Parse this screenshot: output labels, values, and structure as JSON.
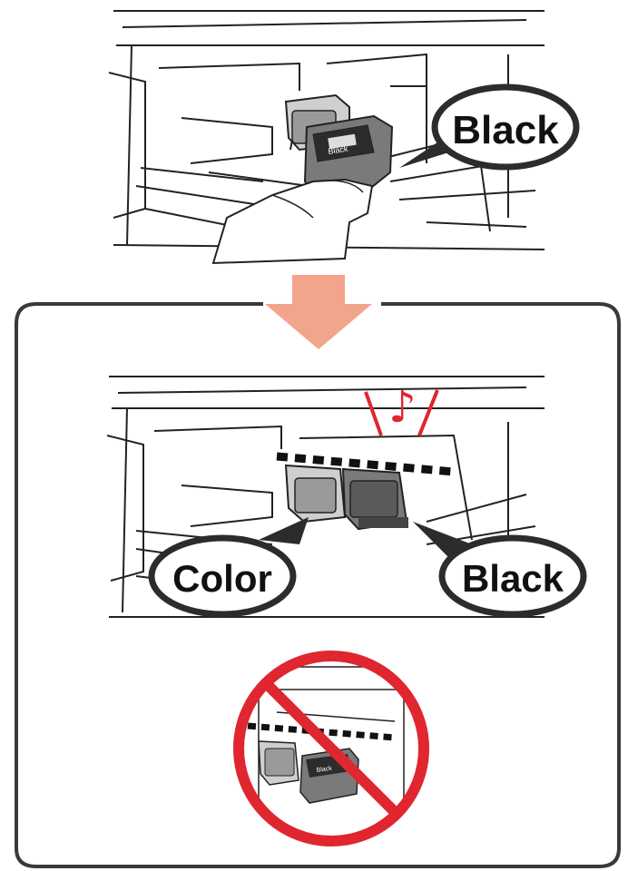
{
  "top_panel": {
    "callout_black": "Black"
  },
  "bottom_panel": {
    "callout_color": "Color",
    "callout_black": "Black",
    "sound_icon": "music-note-icon",
    "prohibited_icon": "no-entry-icon"
  },
  "colors": {
    "arrow": "#f2a58c",
    "frame": "#3a3a3a",
    "prohibit_red": "#e0262f",
    "sound_red": "#e0262f",
    "cartridge_gray": "#9a9a9a"
  },
  "labels": {
    "cartridge_label_top": "Black",
    "cartridge_label_small": "Black"
  }
}
